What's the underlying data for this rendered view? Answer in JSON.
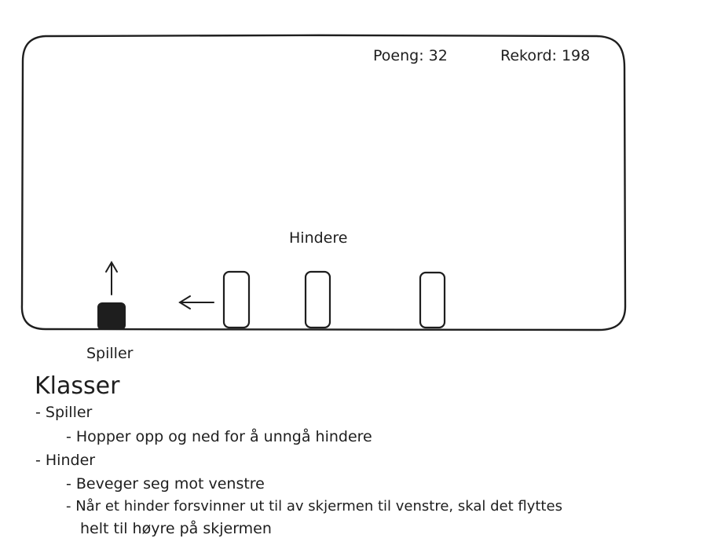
{
  "game": {
    "score_text": "Poeng: 32",
    "record_text": "Rekord: 198",
    "obstacles_label": "Hindere",
    "player_label": "Spiller"
  },
  "notes": {
    "title": "Klasser",
    "items": [
      "- Spiller",
      "- Hopper opp og ned for å unngå hindere",
      "- Hinder",
      "- Beveger seg mot venstre",
      "- Når et hinder forsvinner ut til av skjermen til venstre, skal det flyttes",
      "helt til høyre på skjermen"
    ]
  },
  "colors": {
    "stroke": "#1e1e1e",
    "player_fill": "#1e1e1e",
    "background": "#ffffff"
  }
}
